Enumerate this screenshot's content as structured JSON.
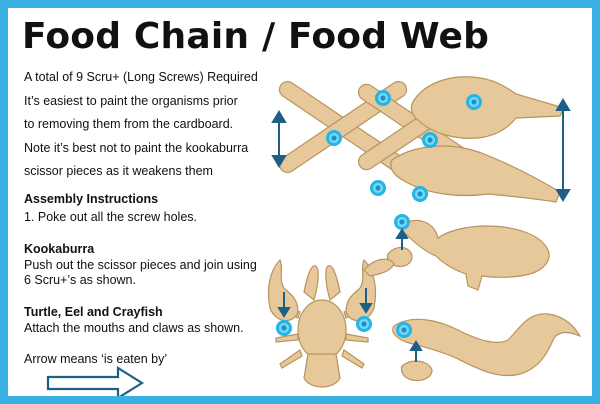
{
  "title": "Food Chain / Food Web",
  "intro": [
    "A total of 9 Scru+ (Long Screws) Required",
    "It’s easiest to paint the organisms prior",
    "to removing them from the cardboard.",
    "Note it’s best not to paint the kookaburra",
    "scissor pieces as it weakens them"
  ],
  "assembly": {
    "heading": "Assembly Instructions",
    "step1": "1. Poke out all the screw holes."
  },
  "kookaburra": {
    "heading": "Kookaburra",
    "line1": " Push out the scissor pieces and join using",
    "line2": " 6 Scru+’s as shown."
  },
  "tec": {
    "heading": "Turtle, Eel and Crayfish",
    "line1": " Attach the mouths and claws as shown."
  },
  "legend": {
    "text": "Arrow means  ‘is eaten by’"
  },
  "colors": {
    "border": "#3ab1e3",
    "cardboard": "#e6c89a",
    "cardboard_edge": "#b8935e",
    "screw": "#22b5e8",
    "arrow": "#1e5f86"
  },
  "icons": [
    "right-arrow-outline-icon",
    "scru-screw-icon",
    "double-arrow-icon"
  ]
}
